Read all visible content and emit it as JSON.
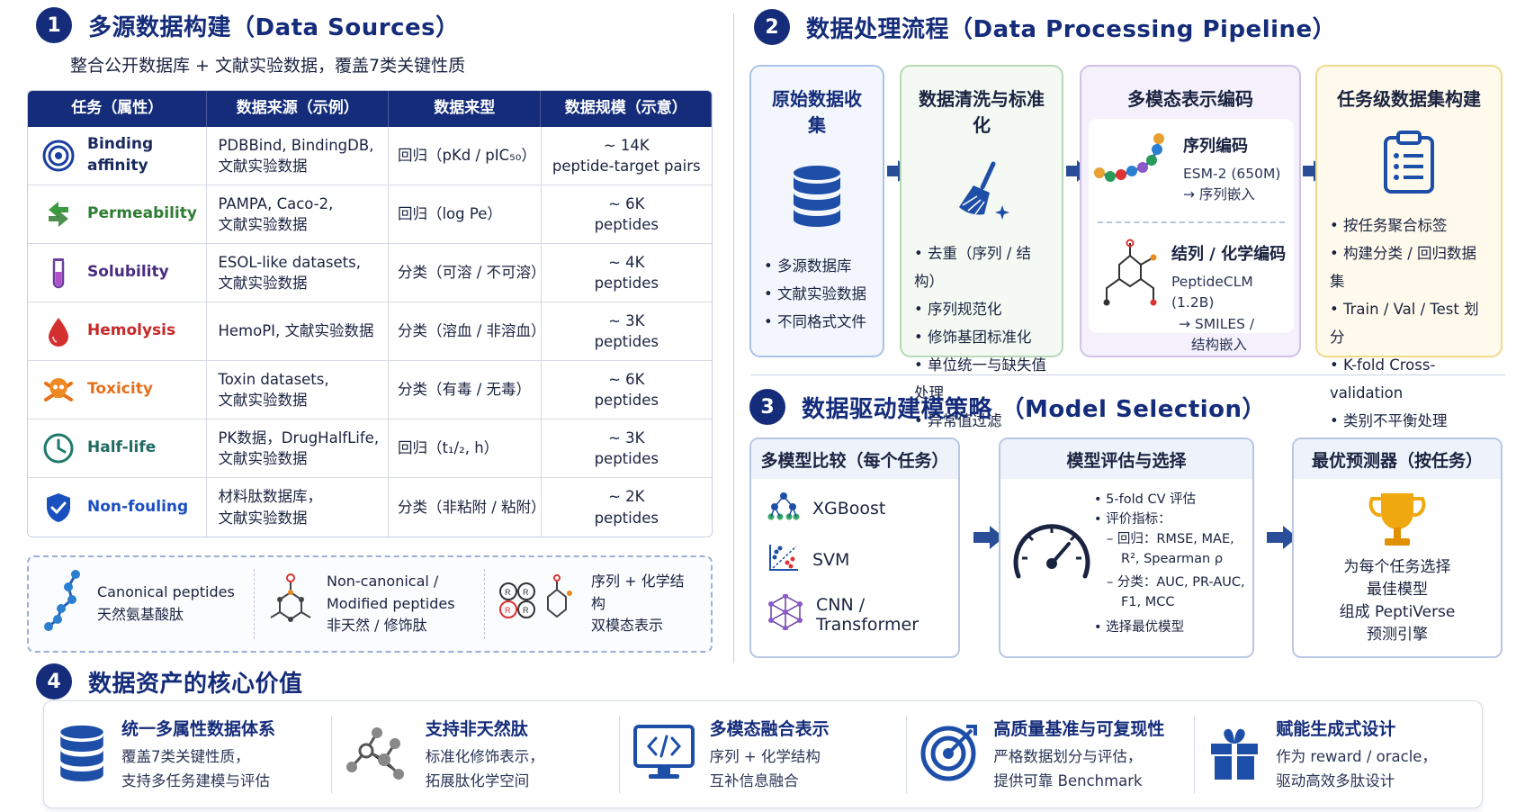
{
  "colors": {
    "navy": "#142c7a",
    "accent_blue": "#2a4d97"
  },
  "sections": {
    "s1": {
      "num": "1",
      "title": "多源数据构建（Data Sources）",
      "subtitle": "整合公开数据库 + 文献实验数据，覆盖7类关键性质"
    },
    "s2": {
      "num": "2",
      "title": "数据处理流程（Data Processing Pipeline）"
    },
    "s3": {
      "num": "3",
      "title": "数据驱动建模策略 （Model Selection）"
    },
    "s4": {
      "num": "4",
      "title": "数据资产的核心价值"
    }
  },
  "table": {
    "headers": [
      "任务（属性）",
      "数据来源（示例）",
      "数据来型",
      "数据规模（示意）"
    ],
    "rows": [
      {
        "task": "Binding affinity",
        "color": "#1a3fa0",
        "icon": "target-icon",
        "source": [
          "PDBBind, BindingDB,",
          "文献实验数据"
        ],
        "type": "回归（pKd / pIC₅₀）",
        "scale": [
          "~ 14K",
          "peptide-target pairs"
        ]
      },
      {
        "task": "Permeability",
        "color": "#2e7d32",
        "icon": "recycle-arrows-icon",
        "source": [
          "PAMPA, Caco-2,",
          "文献实验数据"
        ],
        "type": "回归（log Pe）",
        "scale": [
          "~ 6K",
          "peptides"
        ]
      },
      {
        "task": "Solubility",
        "color": "#6a3ea1",
        "icon": "test-tube-icon",
        "source": [
          "ESOL-like datasets,",
          "文献实验数据"
        ],
        "type": "分类（可溶 / 不可溶）",
        "scale": [
          "~ 4K",
          "peptides"
        ]
      },
      {
        "task": "Hemolysis",
        "color": "#c62828",
        "icon": "blood-drop-icon",
        "source": [
          "HemoPI, 文献实验数据"
        ],
        "type": "分类（溶血 / 非溶血）",
        "scale": [
          "~ 3K",
          "peptides"
        ]
      },
      {
        "task": "Toxicity",
        "color": "#e8701a",
        "icon": "skull-icon",
        "source": [
          "Toxin datasets,",
          "文献实验数据"
        ],
        "type": "分类（有毒 / 无毒）",
        "scale": [
          "~ 6K",
          "peptides"
        ]
      },
      {
        "task": "Half-life",
        "color": "#1f7a6d",
        "icon": "clock-icon",
        "source": [
          "PK数据，DrugHalfLife,",
          "文献实验数据"
        ],
        "type": "回归（t₁/₂, h）",
        "scale": [
          "~ 3K",
          "peptides"
        ]
      },
      {
        "task": "Non-fouling",
        "color": "#1a4fc0",
        "icon": "shield-check-icon",
        "source": [
          "材料肽数据库，",
          "文献实验数据"
        ],
        "type": "分类（非粘附 / 粘附）",
        "scale": [
          "~ 2K",
          "peptides"
        ]
      }
    ]
  },
  "peptide_types": [
    {
      "lines": [
        "Canonical peptides",
        "天然氨基酸肽"
      ],
      "icon": "peptide-chain-icon"
    },
    {
      "lines": [
        "Non-canonical /",
        "Modified peptides",
        "非天然 / 修饰肽"
      ],
      "icon": "molecule-icon"
    },
    {
      "lines": [
        "序列 + 化学结构",
        "双模态表示"
      ],
      "icon": "dual-modal-icon"
    }
  ],
  "pipeline": [
    {
      "title": "原始数据收集",
      "icon": "database-icon",
      "items": [
        "多源数据库",
        "文献实验数据",
        "不同格式文件"
      ]
    },
    {
      "title": "数据清洗与标准化",
      "icon": "broom-icon",
      "items": [
        "去重（序列 / 结构）",
        "序列规范化",
        "修饰基团标准化",
        "单位统一与缺失值处理",
        "异常值过滤"
      ]
    },
    {
      "title": "多模态表示编码",
      "seq": {
        "title": "序列编码",
        "model": "ESM-2 (650M)",
        "out": "→ 序列嵌入"
      },
      "chem": {
        "title": "结列 / 化学编码",
        "model": "PeptideCLM (1.2B)",
        "out1": "→ SMILES /",
        "out2": "结构嵌入"
      }
    },
    {
      "title": "任务级数据集构建",
      "icon": "clipboard-icon",
      "items": [
        "按任务聚合标签",
        "构建分类 / 回归数据集",
        "Train / Val / Test 划分",
        "K-fold Cross-validation",
        "类别不平衡处理"
      ]
    }
  ],
  "models": {
    "compare": {
      "title": "多模型比较（每个任务）",
      "items": [
        "XGBoost",
        "SVM",
        "CNN / Transformer"
      ],
      "more": "..."
    },
    "eval": {
      "title": "模型评估与选择",
      "b1": "5-fold CV 评估",
      "b2": "评价指标：",
      "r1": "– 回归：RMSE, MAE,",
      "r2": "R², Spearman ρ",
      "c1": "– 分类：AUC, PR-AUC,",
      "c2": "F1, MCC",
      "b3": "选择最优模型"
    },
    "best": {
      "title": "最优预测器（按任务）",
      "lines": [
        "为每个任务选择",
        "最佳模型",
        "组成 PeptiVerse",
        "预测引擎"
      ]
    }
  },
  "values": [
    {
      "title": "统一多属性数据体系",
      "lines": [
        "覆盖7类关键性质，",
        "支持多任务建模与评估"
      ],
      "icon": "database-icon"
    },
    {
      "title": "支持非天然肽",
      "lines": [
        "标准化修饰表示，",
        "拓展肽化学空间"
      ],
      "icon": "molecule-icon"
    },
    {
      "title": "多模态融合表示",
      "lines": [
        "序列 + 化学结构",
        "互补信息融合"
      ],
      "icon": "code-monitor-icon"
    },
    {
      "title": "高质量基准与可复现性",
      "lines": [
        "严格数据划分与评估，",
        "提供可靠 Benchmark"
      ],
      "icon": "target-icon"
    },
    {
      "title": "赋能生成式设计",
      "lines": [
        "作为 reward / oracle，",
        "驱动高效多肽设计"
      ],
      "icon": "gift-icon"
    }
  ]
}
